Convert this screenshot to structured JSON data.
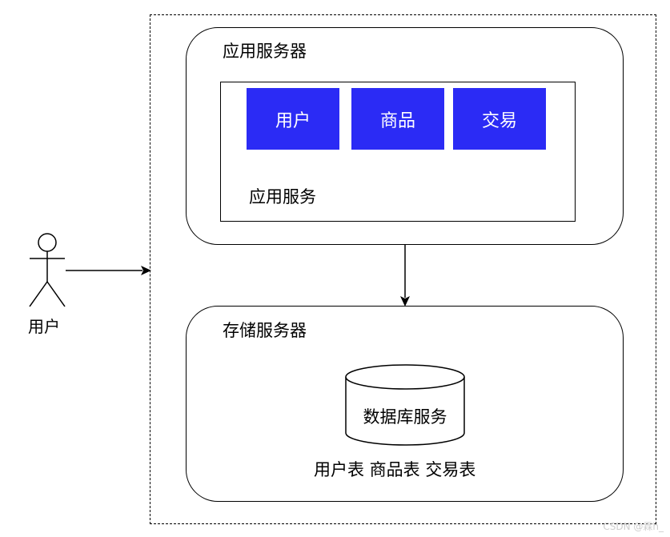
{
  "actor": {
    "label": "用户"
  },
  "app_server": {
    "title": "应用服务器",
    "service": {
      "label": "应用服务",
      "modules": [
        {
          "label": "用户"
        },
        {
          "label": "商品"
        },
        {
          "label": "交易"
        }
      ]
    }
  },
  "storage_server": {
    "title": "存储服务器",
    "database": {
      "label": "数据库服务"
    },
    "tables_text": "用户表 商品表 交易表"
  },
  "watermark": "CSDN @霖h_",
  "colors": {
    "module_fill": "#2b2bf5",
    "module_text": "#ffffff",
    "stroke": "#000000",
    "background": "#ffffff"
  }
}
